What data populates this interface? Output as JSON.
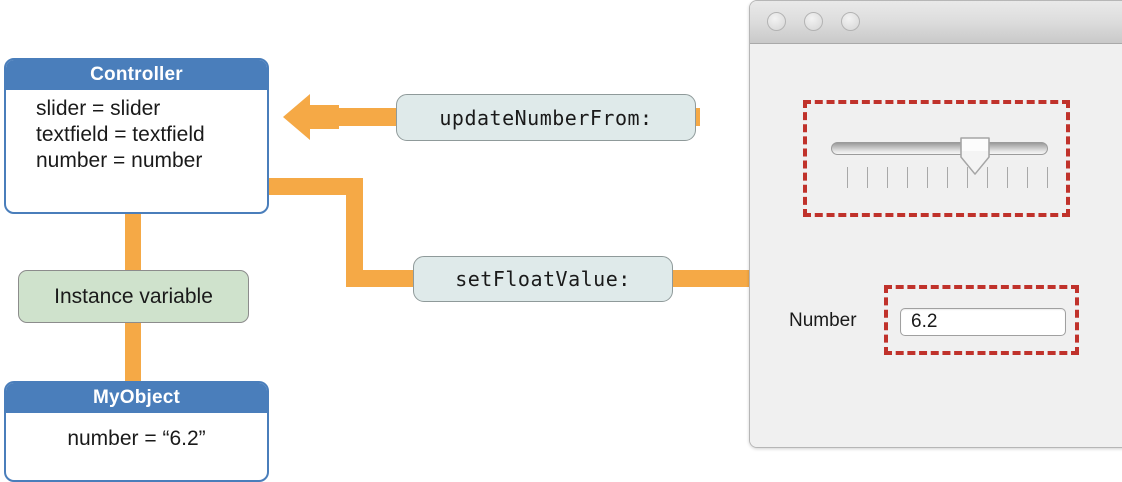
{
  "diagram": {
    "title_hidden": "",
    "colors": {
      "class_header": "#4a7ebb",
      "connector_orange": "#f5a946",
      "instance_var_green": "#cfe2cc",
      "highlight_red": "#c0322b",
      "message_pill": "#dfeaea"
    }
  },
  "controller": {
    "title": "Controller",
    "attributes": [
      "slider = slider",
      "textfield = textfield",
      "number = number"
    ]
  },
  "instance_variable": {
    "label": "Instance variable"
  },
  "myobject": {
    "title": "MyObject",
    "attributes": [
      "number = “6.2”"
    ]
  },
  "messages": {
    "to_controller": "updateNumberFrom:",
    "to_textfield": "setFloatValue:"
  },
  "window": {
    "traffic_lights": [
      "window-close-button",
      "window-minimize-button",
      "window-zoom-button"
    ],
    "slider": {
      "name": "number-slider",
      "value_fraction": 0.62,
      "tick_count": 11
    },
    "number_field": {
      "label": "Number",
      "value": "6.2",
      "placeholder": ""
    }
  }
}
